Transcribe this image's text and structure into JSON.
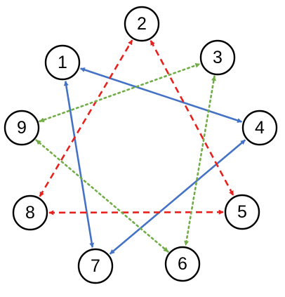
{
  "nodes": [
    {
      "id": "1",
      "label": "1"
    },
    {
      "id": "2",
      "label": "2"
    },
    {
      "id": "3",
      "label": "3"
    },
    {
      "id": "4",
      "label": "4"
    },
    {
      "id": "5",
      "label": "5"
    },
    {
      "id": "6",
      "label": "6"
    },
    {
      "id": "7",
      "label": "7"
    },
    {
      "id": "8",
      "label": "8"
    },
    {
      "id": "9",
      "label": "9"
    }
  ],
  "edges": [
    {
      "from": "1",
      "to": "4",
      "style": "solid",
      "color": "#4472C4",
      "arrows": "both"
    },
    {
      "from": "4",
      "to": "7",
      "style": "solid",
      "color": "#4472C4",
      "arrows": "both"
    },
    {
      "from": "7",
      "to": "1",
      "style": "solid",
      "color": "#4472C4",
      "arrows": "both"
    },
    {
      "from": "2",
      "to": "5",
      "style": "dashed",
      "color": "#E8201C",
      "arrows": "both"
    },
    {
      "from": "5",
      "to": "8",
      "style": "dashed",
      "color": "#E8201C",
      "arrows": "both"
    },
    {
      "from": "8",
      "to": "2",
      "style": "dashed",
      "color": "#E8201C",
      "arrows": "both"
    },
    {
      "from": "3",
      "to": "6",
      "style": "dotted",
      "color": "#70AD47",
      "arrows": "both"
    },
    {
      "from": "6",
      "to": "9",
      "style": "dotted",
      "color": "#70AD47",
      "arrows": "both"
    },
    {
      "from": "9",
      "to": "3",
      "style": "dotted",
      "color": "#70AD47",
      "arrows": "both"
    }
  ]
}
